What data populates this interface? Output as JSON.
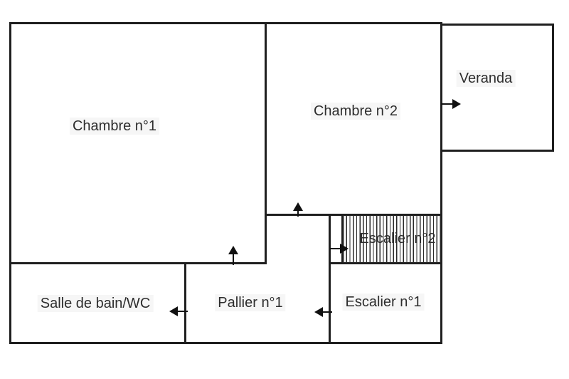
{
  "floorplan": {
    "rooms": [
      {
        "name": "chambre-1",
        "label": "Chambre n°1"
      },
      {
        "name": "chambre-2",
        "label": "Chambre n°2"
      },
      {
        "name": "veranda",
        "label": "Veranda"
      },
      {
        "name": "escalier-2",
        "label": "Escalier n°2"
      },
      {
        "name": "salle-de-bain-wc",
        "label": "Salle de bain/WC"
      },
      {
        "name": "pallier-1",
        "label": "Pallier n°1"
      },
      {
        "name": "escalier-1",
        "label": "Escalier n°1"
      }
    ],
    "icons": [
      {
        "name": "door-arrow-up-chambre1-icon",
        "direction": "up"
      },
      {
        "name": "door-arrow-up-chambre2-icon",
        "direction": "up"
      },
      {
        "name": "door-arrow-right-veranda-icon",
        "direction": "right"
      },
      {
        "name": "door-arrow-right-escalier2-icon",
        "direction": "right"
      },
      {
        "name": "door-arrow-left-sdb-icon",
        "direction": "left"
      },
      {
        "name": "door-arrow-left-pallier-icon",
        "direction": "left"
      }
    ],
    "colors": {
      "wall": "#1f1f1f",
      "text": "#2d2d2d",
      "background": "#ffffff",
      "hatch": "#2a2a2a"
    }
  }
}
